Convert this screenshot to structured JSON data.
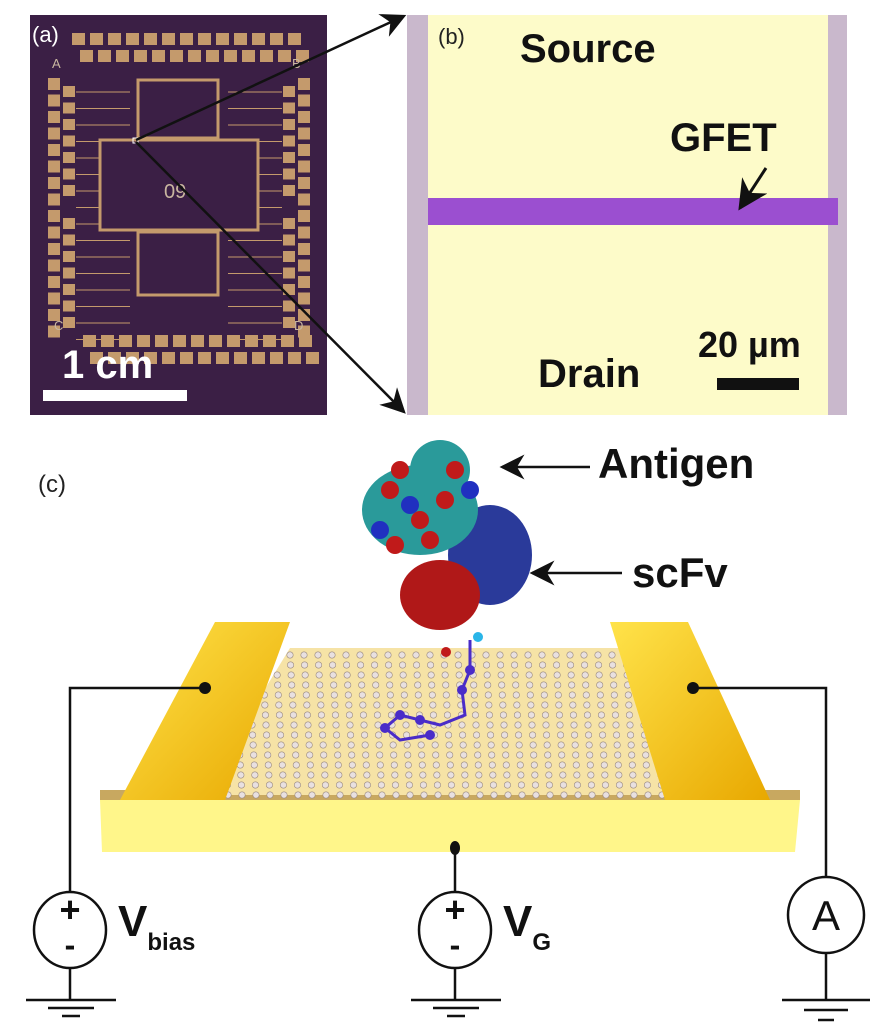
{
  "panel_a": {
    "label": "(a)",
    "corners": [
      "A",
      "B",
      "C",
      "D"
    ],
    "chip_number": "09",
    "scale_bar": "1 cm"
  },
  "panel_b": {
    "label": "(b)",
    "source": "Source",
    "drain": "Drain",
    "channel": "GFET",
    "scale_bar": "20 µm"
  },
  "panel_c": {
    "label": "(c)",
    "antigen": "Antigen",
    "scfv": "scFv",
    "vbias_main": "V",
    "vbias_sub": "bias",
    "vg_main": "V",
    "vg_sub": "G",
    "ammeter": "A",
    "plus": "+",
    "minus": "-"
  },
  "colors": {
    "chip": "#3b1f45",
    "pad": "#c49a6c",
    "micro_bg": "#fdfbc9",
    "channel": "#9b4fd0",
    "electrode": "#f5c800",
    "substrate": "#fff68a"
  }
}
